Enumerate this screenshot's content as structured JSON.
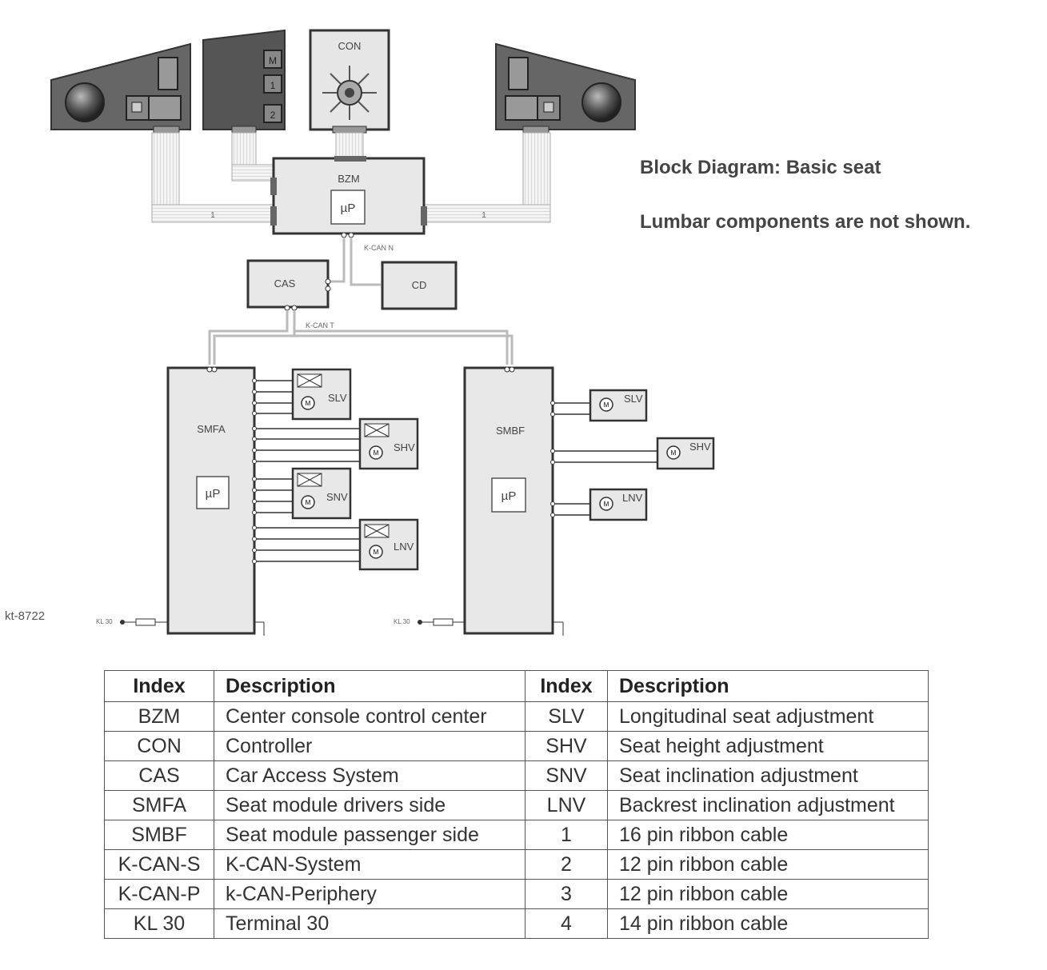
{
  "headings": {
    "title": "Block Diagram: Basic seat",
    "note": "Lumbar components are not shown."
  },
  "figure_id": "kt-8722",
  "diagram": {
    "con_label": "CON",
    "bzm_label": "BZM",
    "bzm_cpu": "µP",
    "can_n_label": "K-CAN N",
    "cas_label": "CAS",
    "cd_label": "CD",
    "can_t_label": "K-CAN T",
    "smfa_label": "SMFA",
    "smfa_cpu": "µP",
    "smbf_label": "SMBF",
    "smbf_cpu": "µP",
    "kl30_left": "KL 30",
    "kl30_right": "KL 30",
    "ribbon_left": "1",
    "ribbon_right": "1",
    "memory_buttons": [
      "M",
      "1",
      "2"
    ],
    "driver_motors": [
      "SLV",
      "SHV",
      "SNV",
      "LNV"
    ],
    "passenger_motors": [
      "SLV",
      "SHV",
      "LNV"
    ],
    "motor_symbol": "M"
  },
  "legend": {
    "headers": [
      "Index",
      "Description",
      "Index",
      "Description"
    ],
    "rows": [
      [
        "BZM",
        "Center console control center",
        "SLV",
        "Longitudinal seat adjustment"
      ],
      [
        "CON",
        "Controller",
        "SHV",
        "Seat height adjustment"
      ],
      [
        "CAS",
        "Car Access System",
        "SNV",
        "Seat inclination adjustment"
      ],
      [
        "SMFA",
        "Seat module drivers side",
        "LNV",
        "Backrest inclination adjustment"
      ],
      [
        "SMBF",
        "Seat module passenger side",
        "1",
        "16 pin ribbon cable"
      ],
      [
        "K-CAN-S",
        "K-CAN-System",
        "2",
        "12 pin ribbon cable"
      ],
      [
        "K-CAN-P",
        "k-CAN-Periphery",
        "3",
        "12 pin ribbon cable"
      ],
      [
        "KL 30",
        "Terminal 30",
        "4",
        "14 pin ribbon cable"
      ]
    ]
  }
}
